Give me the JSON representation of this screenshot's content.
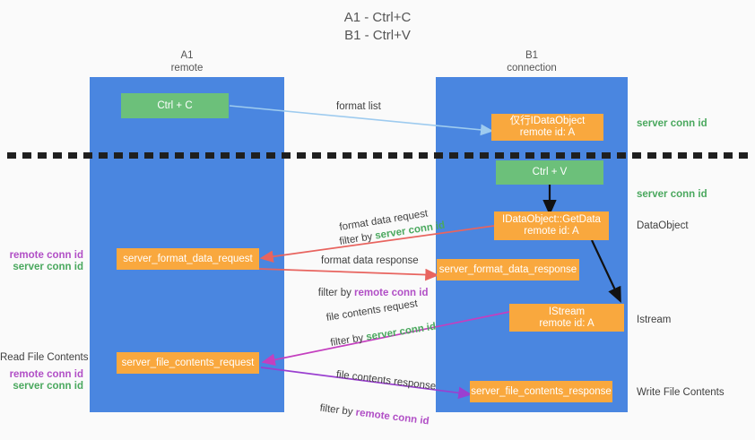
{
  "title": "A1 - Ctrl+C\nB1 - Ctrl+V",
  "columns": {
    "a": {
      "name": "A1",
      "role": "remote",
      "label": "A1\nremote"
    },
    "b": {
      "name": "B1",
      "role": "connection",
      "label": "B1\nconnection"
    }
  },
  "nodes": {
    "ctrl_c": "Ctrl + C",
    "ctrl_v": "Ctrl + V",
    "idataobject": "仅行IDataObject\nremote id: A",
    "getdata": "IDataObject::GetData\nremote id: A",
    "istream": "IStream\nremote id: A",
    "fmt_req": "server_format_data_request",
    "fmt_res": "server_format_data_response",
    "file_req": "server_file_contents_request",
    "file_res": "server_file_contents_response"
  },
  "edge_labels": {
    "format_list": "format list",
    "fmt_req_line1": "format data request",
    "fmt_req_filter_prefix": "filter by ",
    "fmt_req_filter_value": "server conn id",
    "fmt_res_line1": "format data response",
    "fmt_res_filter_prefix": "filter by ",
    "fmt_res_filter_value": "remote conn id",
    "file_req_line1": "file contents request",
    "file_req_filter_prefix": "filter by ",
    "file_req_filter_value": "server conn id",
    "file_res_line1": "file contents response",
    "file_res_filter_prefix": "filter by ",
    "file_res_filter_value": "remote conn id"
  },
  "right_annotations": {
    "server_conn_id_top": "server conn id",
    "server_conn_id_mid": "server conn id",
    "dataobject": "DataObject",
    "istream": "Istream",
    "write_file_contents": "Write File Contents"
  },
  "left_annotations": {
    "remote_conn_id_1": "remote conn id",
    "server_conn_id_1": "server conn id",
    "read_file_contents": "Read File Contents",
    "remote_conn_id_2": "remote conn id",
    "server_conn_id_2": "server conn id"
  },
  "colors": {
    "column_blue": "#4a86e0",
    "node_green": "#6cc07a",
    "node_orange": "#f9a83e",
    "arrow_light_blue": "#9ecbef",
    "arrow_red": "#e8645f",
    "arrow_magenta": "#c43fbf",
    "arrow_purple": "#9a3fd0",
    "arrow_black": "#111111",
    "server_conn_text": "#4aa85e",
    "remote_conn_text": "#b14fc6",
    "background": "#fafafa"
  }
}
